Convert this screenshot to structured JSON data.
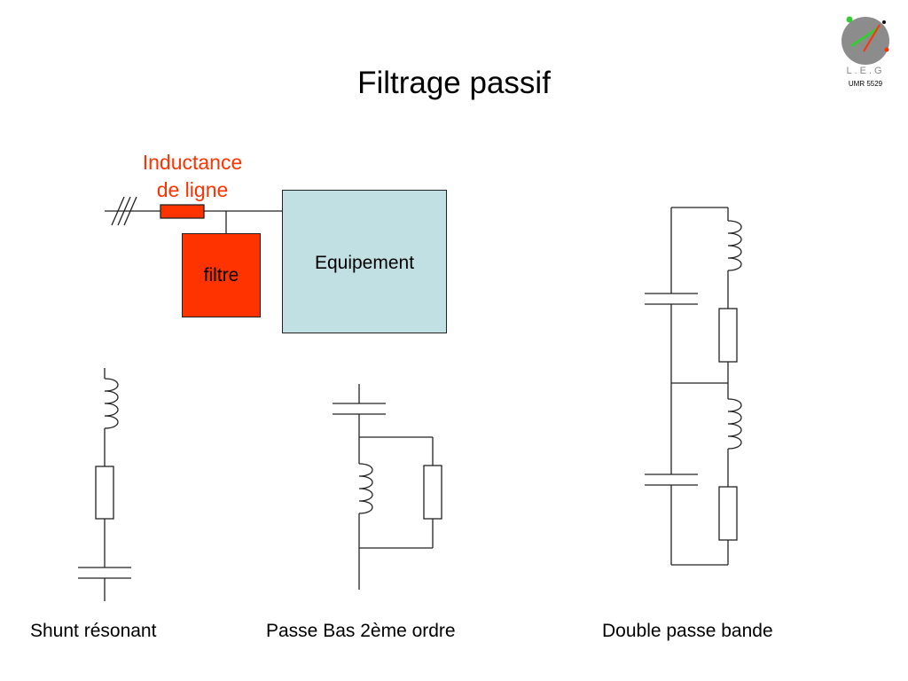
{
  "slide": {
    "title": "Filtrage passif"
  },
  "logo": {
    "letters": "L.E.G",
    "subtitle": "UMR 5529"
  },
  "top_diagram": {
    "inductance_label": [
      "Inductance",
      "de ligne"
    ],
    "filter_label": "filtre",
    "equipment_label": "Equipement"
  },
  "captions": {
    "shunt": "Shunt résonant",
    "lowpass": "Passe Bas 2ème ordre",
    "double_bandpass": "Double passe bande"
  },
  "colors": {
    "accent_red": "#ff3300",
    "equipment_fill": "#c0e0e4",
    "logo_grey": "#888888",
    "logo_green": "#33cc33"
  }
}
